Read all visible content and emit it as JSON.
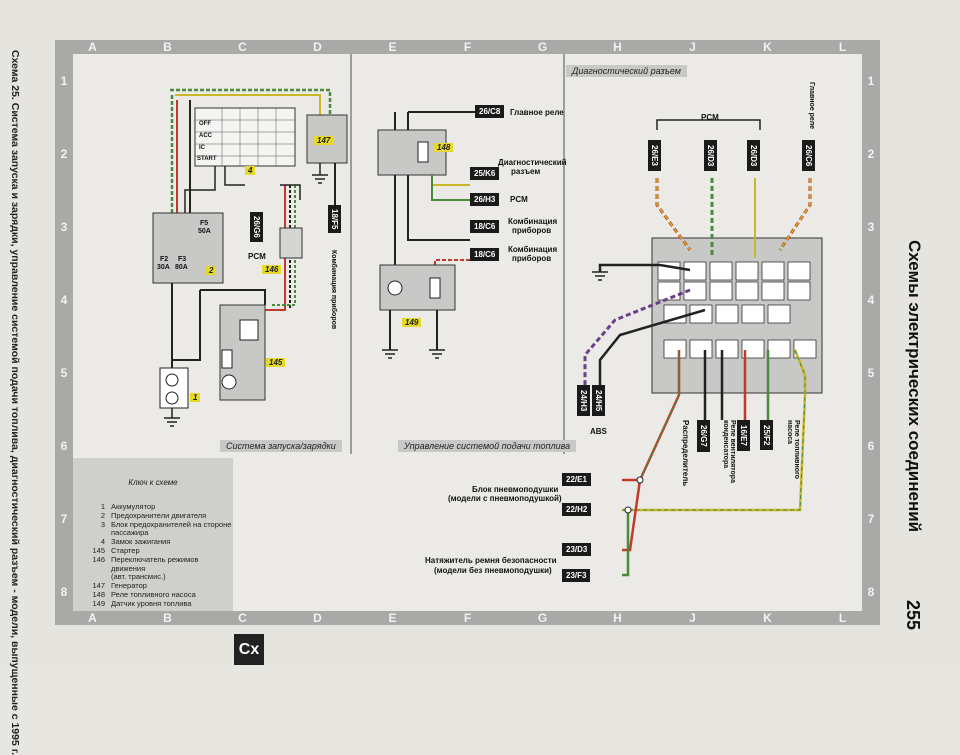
{
  "side_title": "Схема 25. Система запуска и зарядки, управление системой подачи топлива, диагностический разъем - модели, выпущенные с 1995 г.",
  "right_title": "Схемы электрических соединений",
  "page_number": "255",
  "corner_tab": "Сх",
  "columns": [
    "A",
    "B",
    "C",
    "D",
    "E",
    "F",
    "G",
    "H",
    "J",
    "K",
    "L"
  ],
  "rows": [
    "1",
    "2",
    "3",
    "4",
    "5",
    "6",
    "7",
    "8"
  ],
  "captions": {
    "start_charge": "Система запуска/зарядки",
    "fuel_control": "Управление системой подачи топлива",
    "diag_connector": "Диагностический разъем"
  },
  "key": {
    "title": "Ключ к схеме",
    "items": [
      {
        "n": "1",
        "t": "Аккумулятор"
      },
      {
        "n": "2",
        "t": "Предохранители двигателя"
      },
      {
        "n": "3",
        "t": "Блок предохранителей на стороне"
      },
      {
        "n": "",
        "t": "пассажира"
      },
      {
        "n": "4",
        "t": "Замок зажигания"
      },
      {
        "n": "145",
        "t": "Стартер"
      },
      {
        "n": "146",
        "t": "Переключатель режимов движения"
      },
      {
        "n": "",
        "t": "(авт. трансмис.)"
      },
      {
        "n": "147",
        "t": "Генератор"
      },
      {
        "n": "148",
        "t": "Реле топливного насоса"
      },
      {
        "n": "149",
        "t": "Датчик уровня топлива"
      }
    ]
  },
  "connectors": {
    "c26c8": "26/C8",
    "c25k6": "25/K6",
    "c26h3": "26/H3",
    "c18c6a": "18/C6",
    "c18c6b": "18/C6",
    "c26g6": "26/G6",
    "c18f5": "18/F5",
    "c26e3": "26/E3",
    "c26d3": "26/D3",
    "c26d3b": "26/D3",
    "c26c6": "26/C6",
    "c24h3": "24/H3",
    "c24h5": "24/H5",
    "c26g7": "26/G7",
    "c16e7": "16/E7",
    "c25f2": "25/F2",
    "c22e1": "22/E1",
    "c22h2": "22/H2",
    "c23d3": "23/D3",
    "c23f3": "23/F3"
  },
  "labels": {
    "main_relay": "Главное реле",
    "diag_conn_a": "Диагностический",
    "diag_conn_b": "разъем",
    "pcm": "PCM",
    "combo_a1": "Комбинация",
    "combo_a2": "приборов",
    "combo_b1": "Комбинация",
    "combo_b2": "приборов",
    "pcm_left": "PCM",
    "combo_vert": "Комбинация приборов",
    "pcm_top": "PCM",
    "main_relay_vert": "Главное реле",
    "abs": "ABS",
    "distributor": "Распределитель",
    "cond_fan_relay": "Реле вентилятора конденсатора",
    "fuel_pump_relay": "Реле топливного насоса",
    "airbag_a": "Блок пневмоподушки",
    "airbag_b": "(модели с пневмоподушкой)",
    "tensioner_a": "Натяжитель ремня безопасности",
    "tensioner_b": "(модели без пневмоподушки)",
    "fuse_f5": "F5",
    "fuse_f5_val": "50A",
    "fuse_f2": "F2",
    "fuse_f2_val": "30A",
    "fuse_f3": "F3",
    "fuse_f3_val": "80A",
    "ign_off": "OFF",
    "ign_acc": "ACC",
    "ign_ic": "IC",
    "ign_start": "START"
  },
  "tags": {
    "t1": "1",
    "t2": "2",
    "t4": "4",
    "t145": "145",
    "t146": "146",
    "t147": "147",
    "t148": "148",
    "t149": "149"
  },
  "colors": {
    "wire_red": "#c0392b",
    "wire_green": "#4a8a3c",
    "wire_yellow": "#cbb82a",
    "wire_black": "#222222",
    "wire_purple": "#6a3f8c",
    "tag_yellow": "#e7d92a"
  }
}
